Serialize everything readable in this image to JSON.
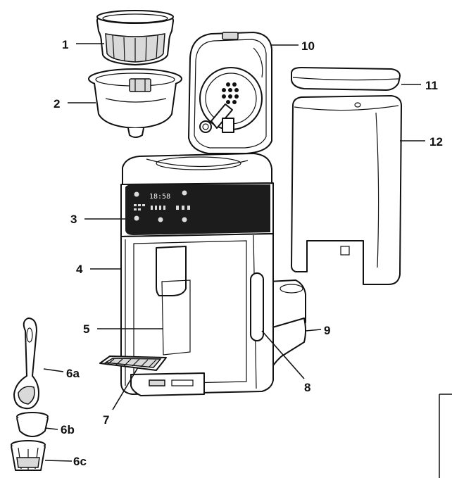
{
  "diagram": {
    "labels": [
      {
        "id": "1",
        "text": "1",
        "part": "filter-basket"
      },
      {
        "id": "2",
        "text": "2",
        "part": "filter-holder"
      },
      {
        "id": "3",
        "text": "3",
        "part": "control-panel"
      },
      {
        "id": "4",
        "text": "4",
        "part": "housing"
      },
      {
        "id": "5",
        "text": "5",
        "part": "outlet"
      },
      {
        "id": "6a",
        "text": "6a",
        "part": "measuring-spoon"
      },
      {
        "id": "6b",
        "text": "6b",
        "part": "cup-adapter"
      },
      {
        "id": "6c",
        "text": "6c",
        "part": "pod-holder"
      },
      {
        "id": "7",
        "text": "7",
        "part": "drip-tray"
      },
      {
        "id": "8",
        "text": "8",
        "part": "water-level-window"
      },
      {
        "id": "9",
        "text": "9",
        "part": "water-tank-base"
      },
      {
        "id": "10",
        "text": "10",
        "part": "lid"
      },
      {
        "id": "11",
        "text": "11",
        "part": "tank-lid"
      },
      {
        "id": "12",
        "text": "12",
        "part": "water-tank"
      }
    ],
    "display_text": "18:58"
  }
}
